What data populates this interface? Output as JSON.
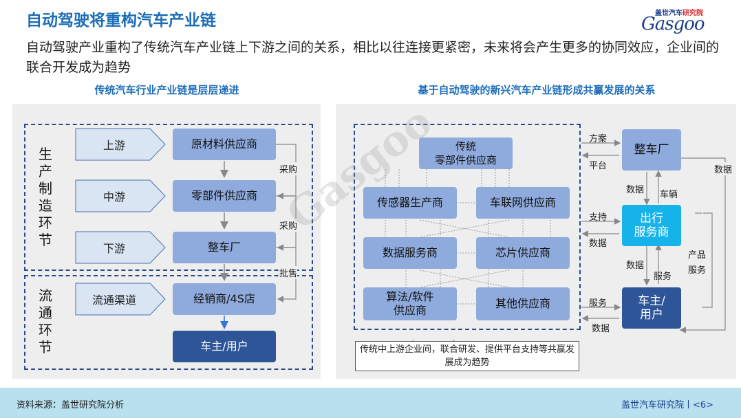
{
  "header": {
    "title": "自动驾驶将重构汽车产业链",
    "subtitle": "自动驾驶产业重构了传统汽车产业链上下游之间的关系，相比以往连接更紧密，未来将会产生更多的协同效应，企业间的联合开发成为趋势",
    "logo_top_left": "盖世汽车",
    "logo_top_right": "研究院",
    "logo_main": "Gasgoo"
  },
  "left_panel": {
    "title": "传统汽车行业产业链是层层递进",
    "production_label": "生产制造环节",
    "circulation_label": "流通环节",
    "stages": [
      "上游",
      "中游",
      "下游",
      "流通渠道"
    ],
    "boxes": [
      "原材料供应商",
      "零部件供应商",
      "整车厂",
      "经销商/4S店",
      "车主/用户"
    ],
    "flows": [
      "采购",
      "采购",
      "批售"
    ]
  },
  "right_panel": {
    "title": "基于自动驾驶的新兴汽车产业链形成共赢发展的关系",
    "traditional_supplier": "传统\n零部件供应商",
    "suppliers": [
      "传感器生产商",
      "车联网供应商",
      "数据服务商",
      "芯片供应商",
      "算法/软件\n供应商",
      "其他供应商"
    ],
    "oem": "整车厂",
    "mobility": "出行\n服务商",
    "owner": "车主/\n用户",
    "labels": {
      "scheme": "方案",
      "platform": "平台",
      "support": "支持",
      "data": "数据",
      "service": "服务",
      "vehicle": "车辆",
      "product_service": "产品\n服务"
    },
    "note": "传统中上游企业间，联合研发、提供平台支持等共赢发展成为趋势"
  },
  "footer": {
    "source": "资料来源：盖世研究院分析",
    "brand": "盖世汽车研究院丨<6>"
  },
  "colors": {
    "title_blue": "#1c6db8",
    "box_light": "#8faadc",
    "box_dark": "#2e5597",
    "box_cyan": "#16b3ea",
    "footer_bg": "#b8e0ef"
  }
}
